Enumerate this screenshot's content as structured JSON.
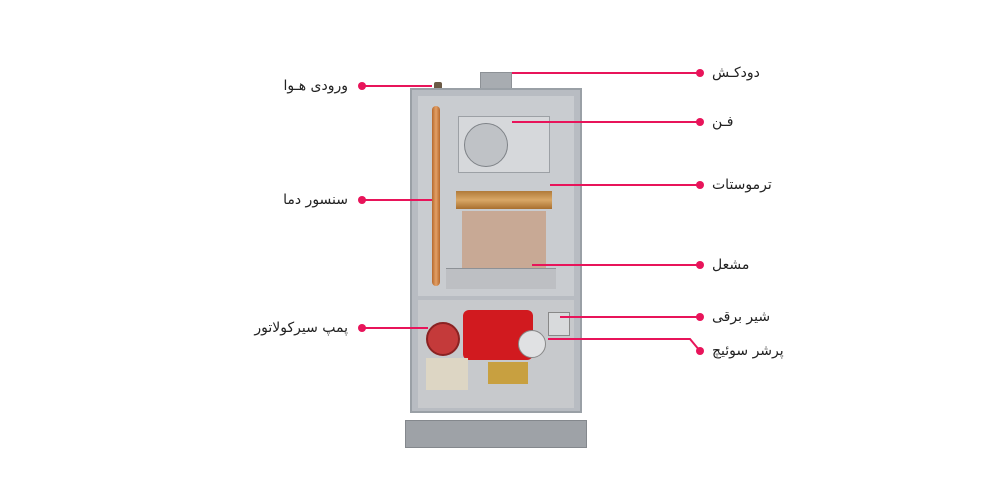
{
  "diagram": {
    "subject": "boiler-internal-components",
    "accent_color": "#e8145a",
    "labels_left": [
      {
        "id": "air_inlet",
        "text": "ورودی هـوا"
      },
      {
        "id": "temp_sensor",
        "text": "سنسور دما"
      },
      {
        "id": "circulator_pump",
        "text": "پمپ سیرکولاتور"
      }
    ],
    "labels_right": [
      {
        "id": "flue",
        "text": "دودکـش"
      },
      {
        "id": "fan",
        "text": "فـن"
      },
      {
        "id": "thermostat",
        "text": "ترموستات"
      },
      {
        "id": "burner",
        "text": "مشعل"
      },
      {
        "id": "gas_valve",
        "text": "شیر برقی"
      },
      {
        "id": "pressure_switch",
        "text": "پرشر سوئیچ"
      }
    ]
  }
}
